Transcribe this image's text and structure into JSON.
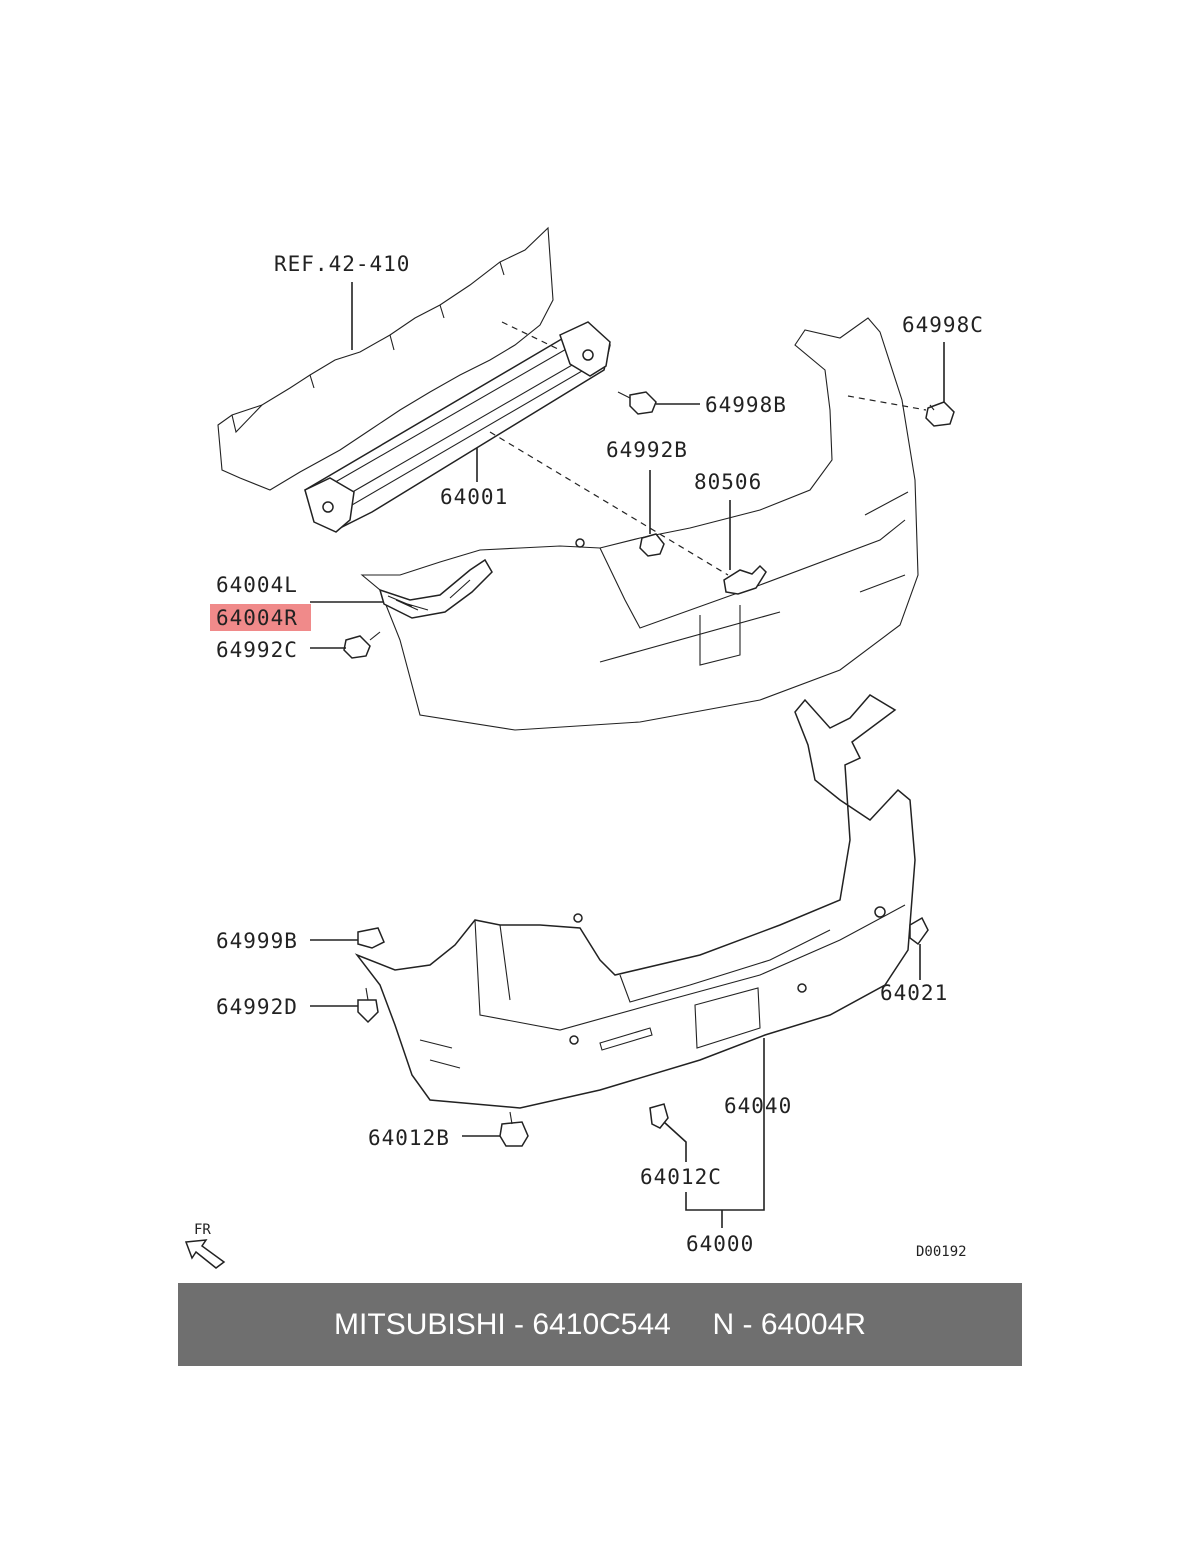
{
  "diagram": {
    "labels": {
      "ref": "REF.42-410",
      "p64998C": "64998C",
      "p64998B": "64998B",
      "p64992B": "64992B",
      "p80506": "80506",
      "p64001": "64001",
      "p64004L": "64004L",
      "p64004R": "64004R",
      "p64992C": "64992C",
      "p64999B": "64999B",
      "p64992D": "64992D",
      "p64021": "64021",
      "p64040": "64040",
      "p64012B": "64012B",
      "p64012C": "64012C",
      "p64000": "64000",
      "fr": "FR",
      "code": "D00192"
    },
    "highlight_color": "#f08a8a"
  },
  "footer": {
    "brand": "MITSUBISHI - 6410C544",
    "number": "N - 64004R",
    "background": "#6f6f6f"
  }
}
